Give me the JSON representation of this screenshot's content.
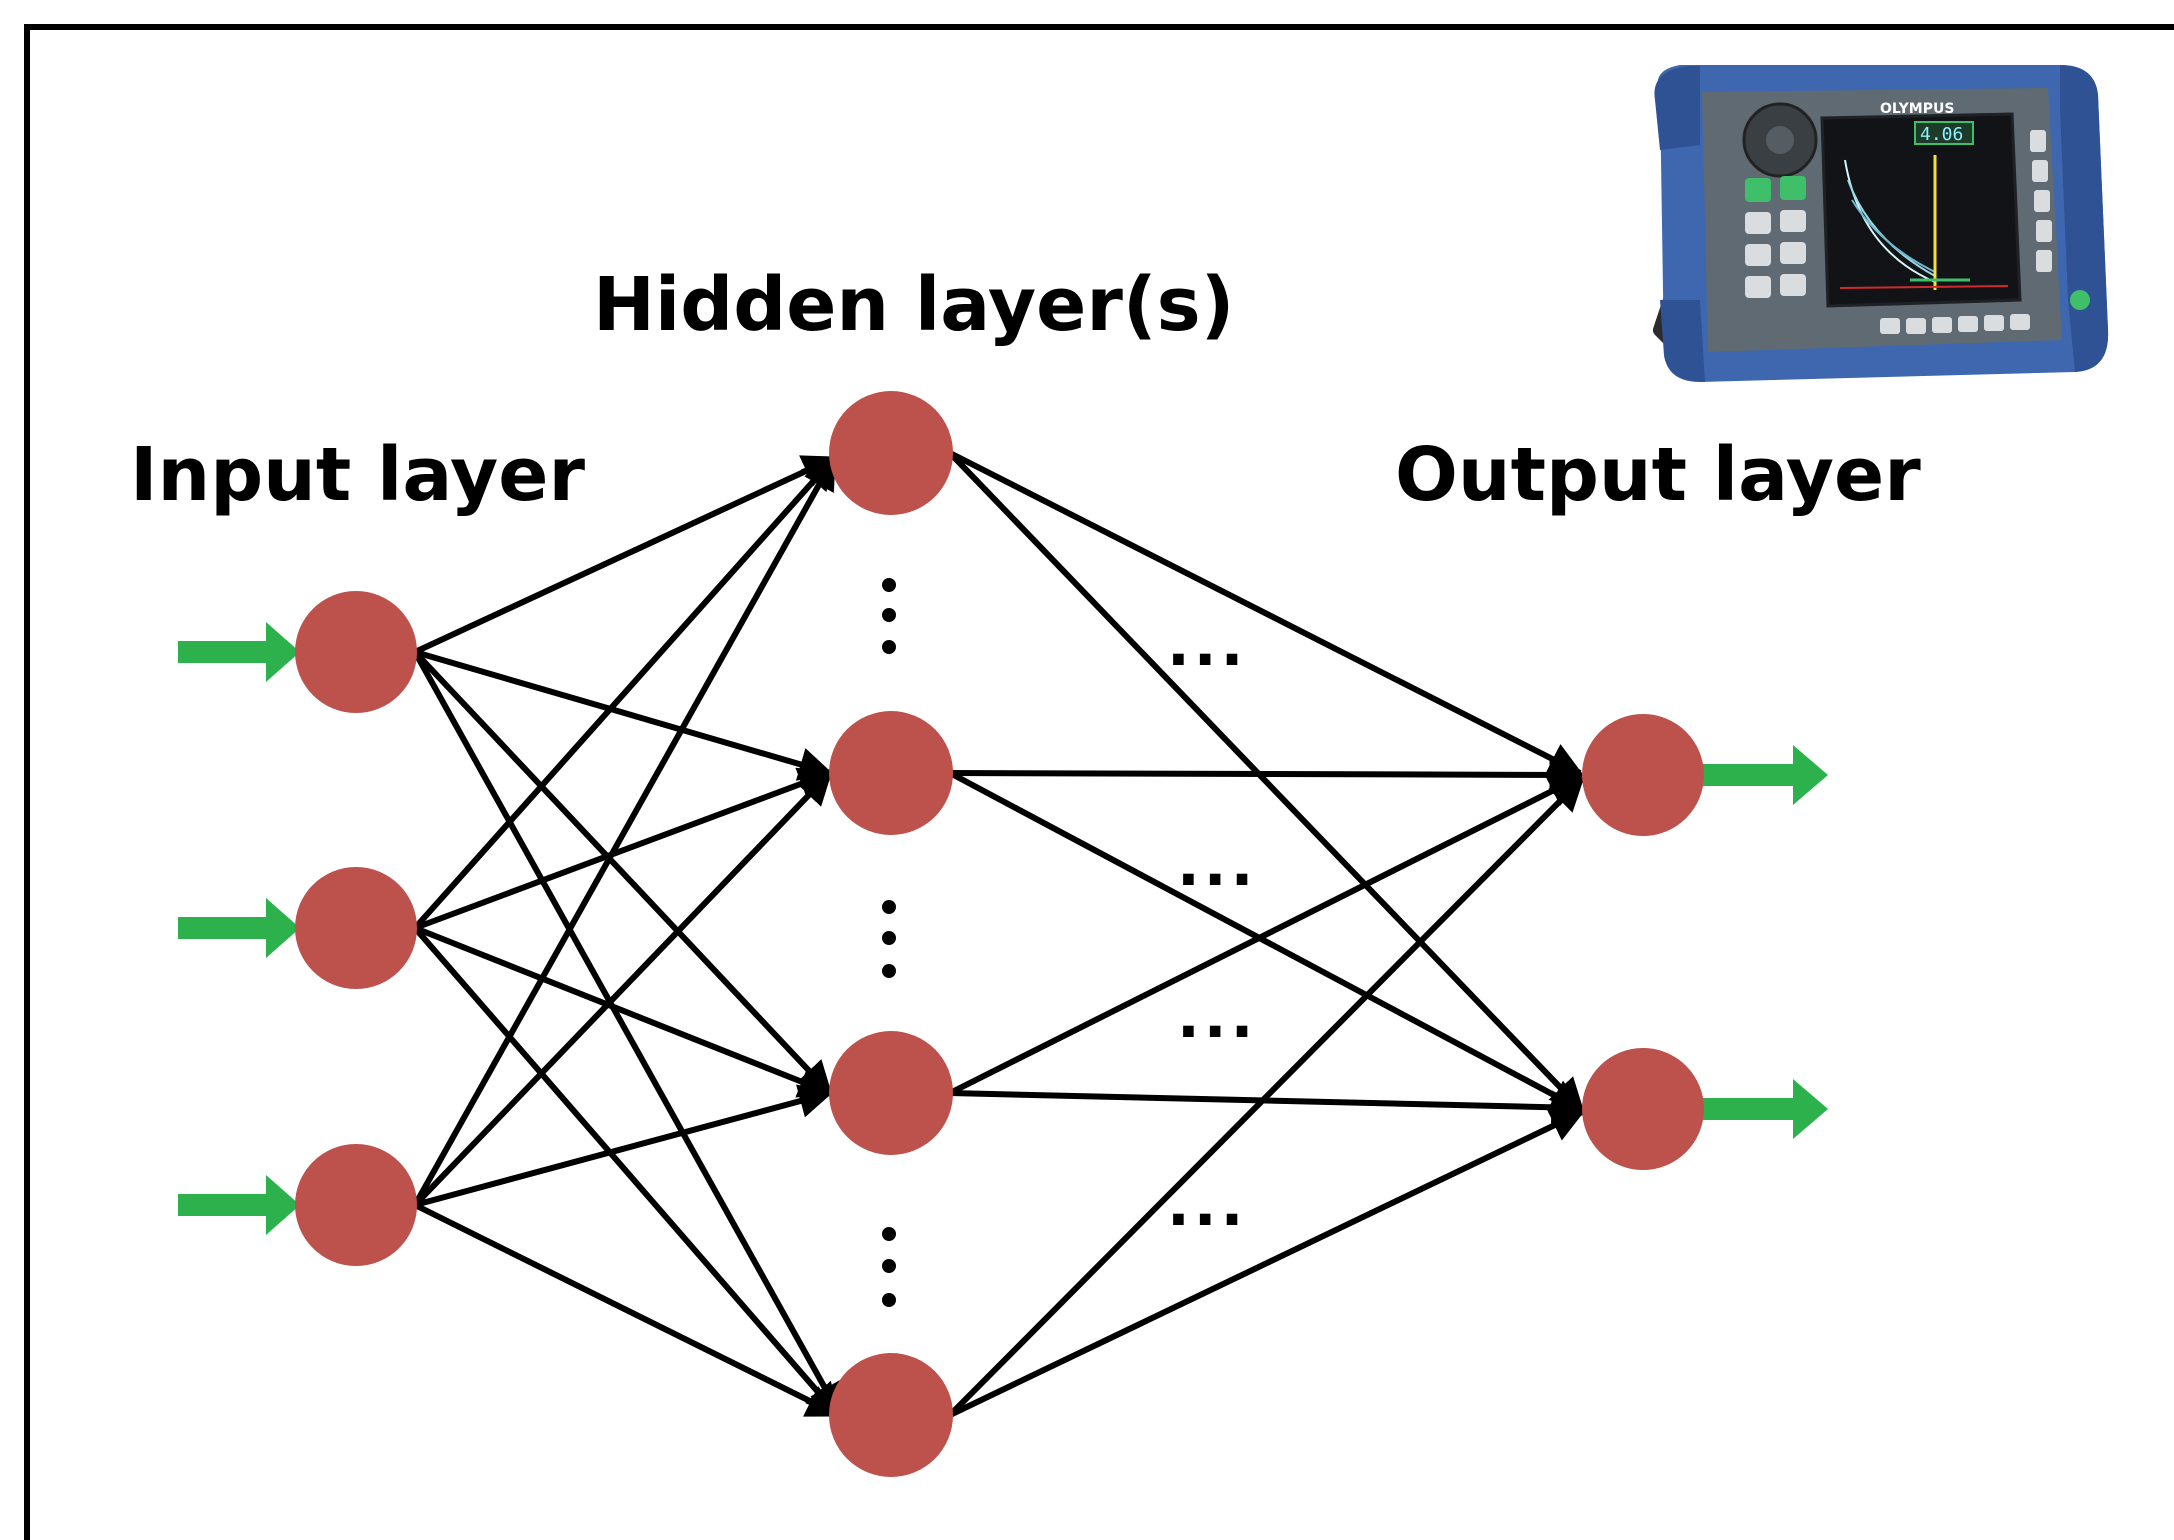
{
  "labels": {
    "input": "Input layer",
    "hidden": "Hidden layer(s)",
    "output": "Output layer"
  },
  "ellipsis": "...",
  "device": {
    "brand": "OLYMPUS",
    "reading": "4.06"
  },
  "colors": {
    "node": "#bd514c",
    "edge": "#000000",
    "arrow": "#2db14c",
    "device_body": "#3f67b0",
    "device_panel": "#5f6a72",
    "screen": "#111317",
    "waveform": "#d8f5f7",
    "gate": "#f4e238",
    "baseline": "#d02a2a"
  }
}
